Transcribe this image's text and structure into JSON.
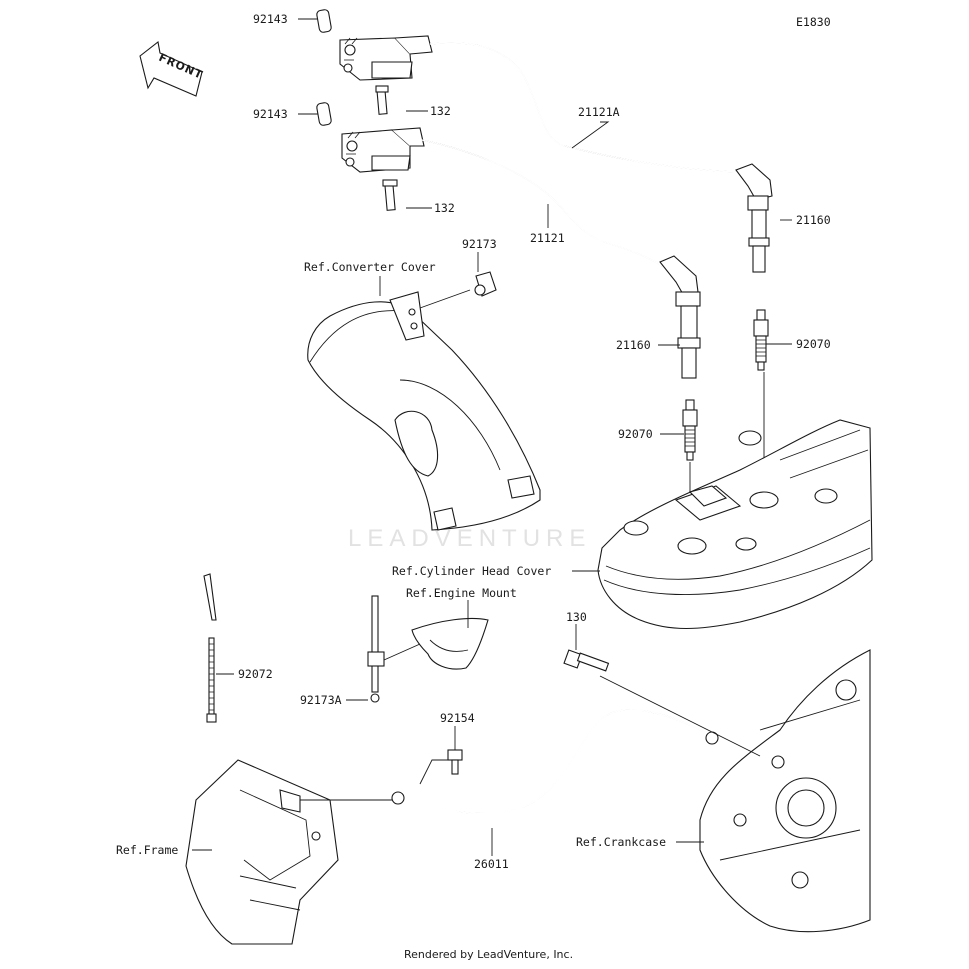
{
  "diagram_code": "E1830",
  "front_label": "FRONT",
  "watermark": "LEADVENTURE",
  "footer": "Rendered by LeadVenture, Inc.",
  "callouts": {
    "c92143a": "92143",
    "c92143b": "92143",
    "c132a": "132",
    "c132b": "132",
    "c21121A": "21121A",
    "c21121": "21121",
    "c21160a": "21160",
    "c21160b": "21160",
    "c92173": "92173",
    "c92070a": "92070",
    "c92070b": "92070",
    "converterCover": "Ref.Converter Cover",
    "cylinderHeadCover": "Ref.Cylinder Head Cover",
    "engineMount": "Ref.Engine Mount",
    "c130": "130",
    "c92072": "92072",
    "c92173A": "92173A",
    "c92154": "92154",
    "frame": "Ref.Frame",
    "c26011": "26011",
    "crankcase": "Ref.Crankcase"
  }
}
